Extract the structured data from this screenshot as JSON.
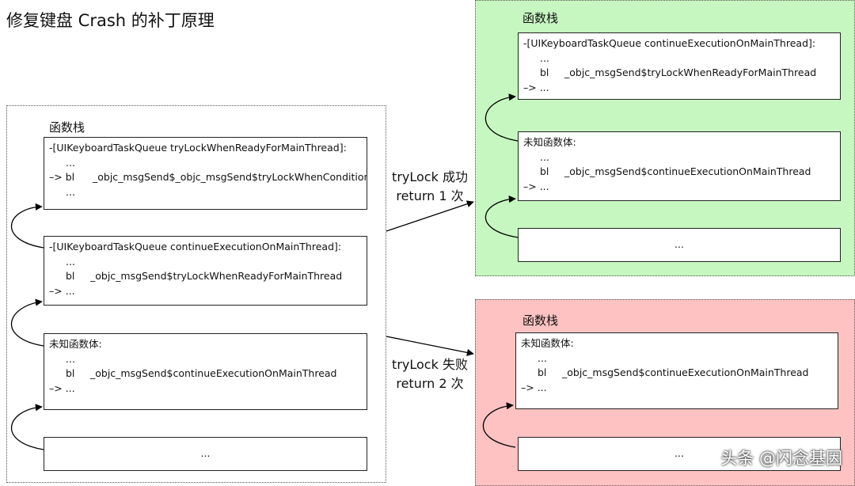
{
  "title": "修复键盘 Crash 的补丁原理",
  "left": {
    "label": "函数栈",
    "frames": [
      {
        "header": "-[UIKeyboardTaskQueue tryLockWhenReadyForMainThread]:",
        "l1": "...",
        "l2_prefix": "–> bl",
        "l2": "_objc_msgSend$_objc_msgSend$tryLockWhenCondition:",
        "l3": "..."
      },
      {
        "header": "-[UIKeyboardTaskQueue continueExecutionOnMainThread]:",
        "l1": "...",
        "l2_prefix": "bl",
        "l2": "_objc_msgSend$tryLockWhenReadyForMainThread",
        "l3": "–> ..."
      },
      {
        "header": "未知函数体:",
        "l1": "...",
        "l2_prefix": "bl",
        "l2": "_objc_msgSend$continueExecutionOnMainThread",
        "l3": "–> ..."
      },
      {
        "text": "..."
      }
    ]
  },
  "success": {
    "label": "函数栈",
    "arrow_label_1": "tryLock 成功",
    "arrow_label_2": "return 1 次",
    "frames": [
      {
        "header": "-[UIKeyboardTaskQueue continueExecutionOnMainThread]:",
        "l1": "...",
        "l2_prefix": "bl",
        "l2": "_objc_msgSend$tryLockWhenReadyForMainThread",
        "l3": "–> ..."
      },
      {
        "header": "未知函数体:",
        "l1": "...",
        "l2_prefix": "bl",
        "l2": "_objc_msgSend$continueExecutionOnMainThread",
        "l3": "–> ..."
      },
      {
        "text": "..."
      }
    ]
  },
  "failure": {
    "label": "函数栈",
    "arrow_label_1": "tryLock 失败",
    "arrow_label_2": "return 2 次",
    "frames": [
      {
        "header": "未知函数体:",
        "l1": "...",
        "l2_prefix": "bl",
        "l2": "_objc_msgSend$continueExecutionOnMainThread",
        "l3": "–> ..."
      },
      {
        "text": "..."
      }
    ]
  },
  "watermark": "头条 @闪念基因",
  "colors": {
    "success_bg": "#c6f7c0",
    "failure_bg": "#ffc2c2"
  }
}
